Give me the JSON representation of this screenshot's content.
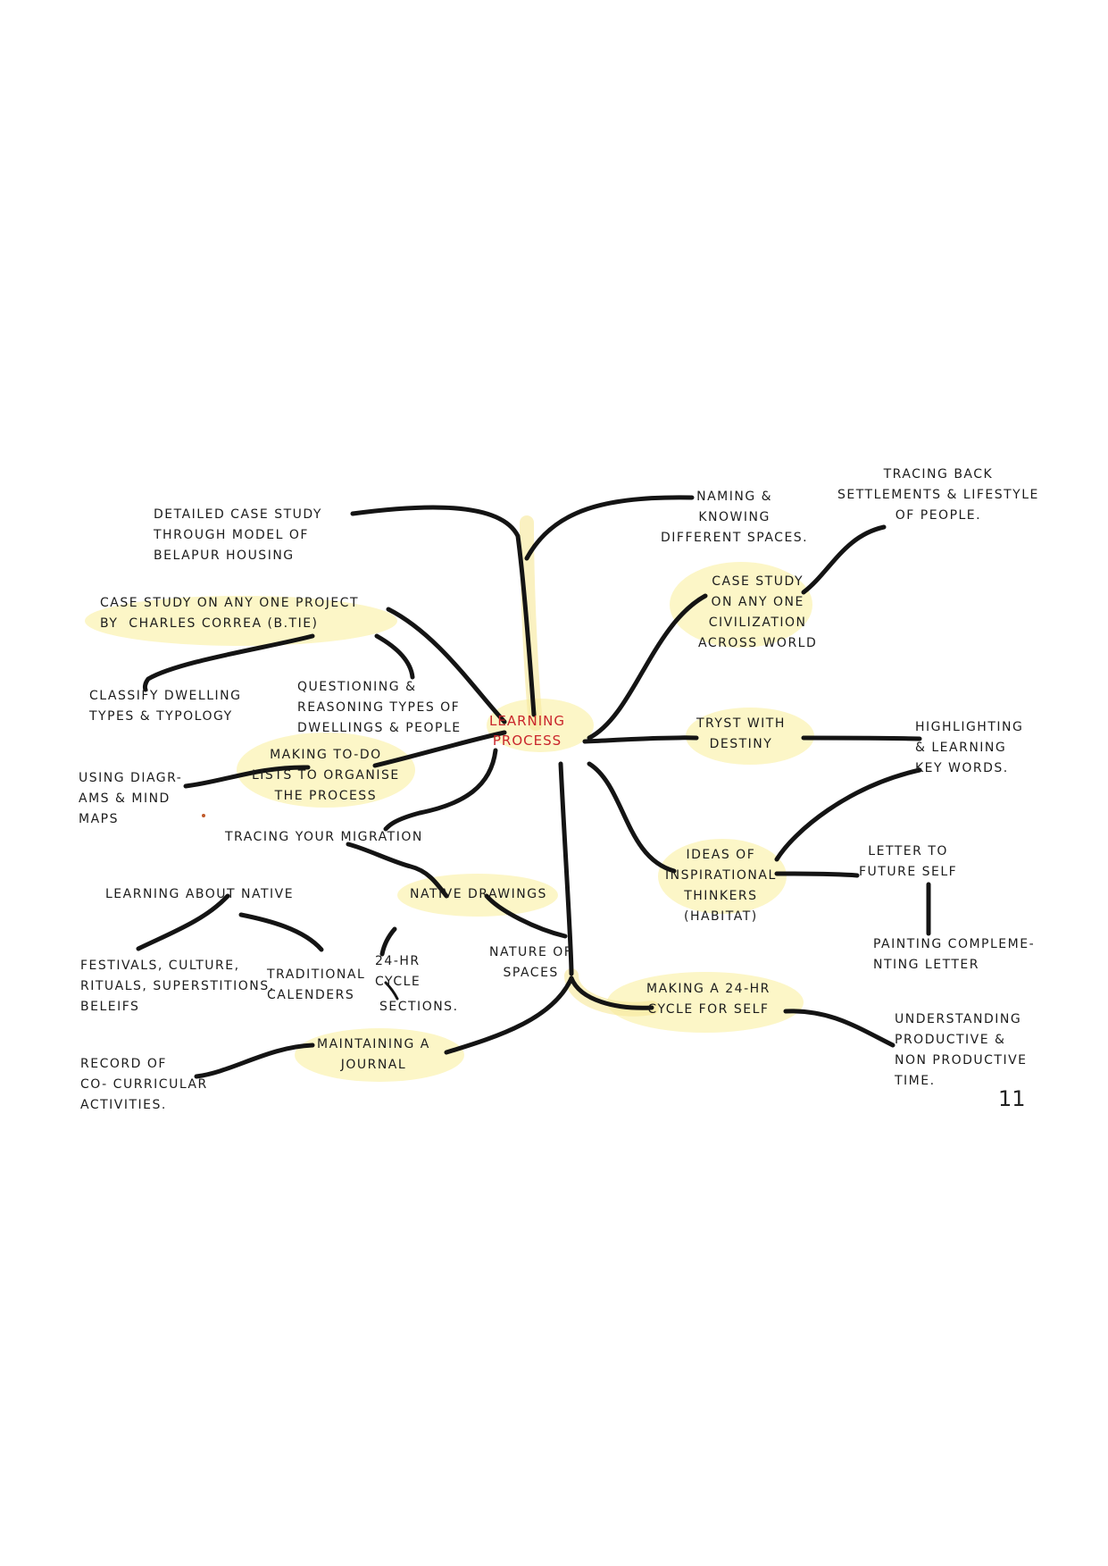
{
  "center": "LEARNING\nPROCESS",
  "nodes": {
    "belapur": "DETAILED CASE STUDY\nTHROUGH MODEL OF\nBELAPUR HOUSING",
    "naming": "NAMING &\nKNOWING\nDIFFERENT SPACES.",
    "tracing_back": "TRACING BACK\nSETTLEMENTS & LIFESTYLE\nOF PEOPLE.",
    "correa": "CASE STUDY ON ANY ONE PROJECT\nBY  CHARLES CORREA (B.TIE)",
    "civilization": "CASE STUDY\nON ANY ONE\nCIVILIZATION\nACROSS WORLD",
    "classify": "CLASSIFY DWELLING\nTYPES & TYPOLOGY",
    "questioning": "QUESTIONING &\nREASONING TYPES OF\nDWELLINGS & PEOPLE",
    "tryst": "TRYST WITH\nDESTINY",
    "highlighting": "HIGHLIGHTING\n& LEARNING\nKEY WORDS.",
    "todo": "MAKING TO-DO\nLISTS TO ORGANISE\nTHE PROCESS",
    "diagrams": "USING DIAGR-\nAMS & MIND\nMAPS",
    "migration": "TRACING YOUR MIGRATION",
    "ideas": "IDEAS OF\nINSPIRATIONAL\nTHINKERS\n(HABITAT)",
    "letter": "LETTER TO\nFUTURE SELF",
    "native_learning": "LEARNING ABOUT NATIVE",
    "native_drawings": "NATIVE DRAWINGS",
    "festivals": "FESTIVALS, CULTURE,\nRITUALS, SUPERSTITIONS,\nBELEIFS",
    "calenders": "TRADITIONAL\nCALENDERS",
    "cycle24": "24-HR\nCYCLE",
    "sections": "SECTIONS.",
    "nature": "NATURE OF\nSPACES",
    "painting": "PAINTING COMPLEME-\nNTING LETTER",
    "making24": "MAKING A 24-HR\nCYCLE FOR SELF",
    "understanding": "UNDERSTANDING\nPRODUCTIVE &\nNON PRODUCTIVE\nTIME.",
    "journal": "MAINTAINING A\nJOURNAL",
    "record": "RECORD OF\nCO- CURRICULAR\nACTIVITIES."
  },
  "page_number": "11",
  "colors": {
    "ink": "#141414",
    "highlight": "#fbf3b4",
    "center_text": "#c9252b"
  }
}
